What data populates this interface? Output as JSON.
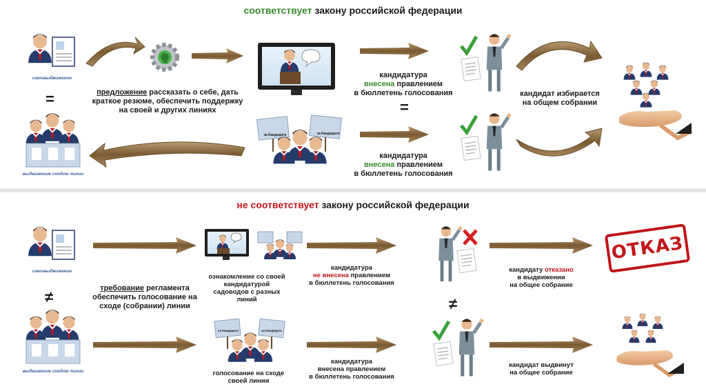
{
  "top": {
    "heading_highlight": "соответствует",
    "heading_rest": " закону российской федерации",
    "self_nomination_label": "самовыдвижение",
    "equals_sign": "=",
    "proposal_underlined": "предложение",
    "proposal_rest": " рассказать о себе, дать краткое резюме, обеспечить поддержку на своей и других линиях",
    "nominated_top_1": "кандидатура",
    "nominated_top_2a": "внесена",
    "nominated_top_2b": " правлением",
    "nominated_top_3": "в бюллетень голосования",
    "equals_sign_2": "=",
    "nominated_bottom_1": "кандидатура",
    "nominated_bottom_2a": "внесена",
    "nominated_bottom_2b": " правлением",
    "nominated_bottom_3": "в бюллетень голосования",
    "elected_1": "кандидат избирается",
    "elected_2": "на общем собрании",
    "line_nomination_label": "выдвижение сходом линии",
    "sign_text": "за Кандидата"
  },
  "bottom": {
    "heading_highlight": "не соответствует",
    "heading_rest": " закону российской федерации",
    "self_nomination_label": "самовыдвижение",
    "not_equal_sign": "≠",
    "requirement_underlined": "требование",
    "requirement_rest": " регламента обеспечить голосование на сходе (собрании) линии",
    "familiarization": "ознакомление со своей кандидатурой садоводов с разных линий",
    "not_nominated_1": "кандидатура",
    "not_nominated_2a": "не внесена",
    "not_nominated_2b": " правлением",
    "not_nominated_3": "в бюллетень голосования",
    "refused_1a": "кандидату ",
    "refused_1b": "отказано",
    "refused_2": "в выдвижении",
    "refused_3": "на общее собрание",
    "stamp_text": "ОТКАЗ",
    "not_equal_sign_2": "≠",
    "line_nomination_label": "выдвижение сходом линии",
    "line_vote": "голосование на сходе своей линии",
    "nominated_1": "кандидатура",
    "nominated_2": "внесена правлением",
    "nominated_3": "в бюллетень голосования",
    "candidate_put_forward_1": "кандидат выдвинут",
    "candidate_put_forward_2": "на общее собрание",
    "sign_text": "за Кандидата"
  },
  "colors": {
    "green": "#3a8a2e",
    "red": "#c0161a",
    "arrow": "#8a6a3e",
    "suit": "#243b6b"
  },
  "icons": [
    "person-certificate-icon",
    "gear-icon",
    "monitor-speaker-icon",
    "team-icon",
    "checkmark-icon",
    "cross-icon",
    "businessman-icon",
    "hand-people-icon",
    "refusal-stamp-icon"
  ]
}
